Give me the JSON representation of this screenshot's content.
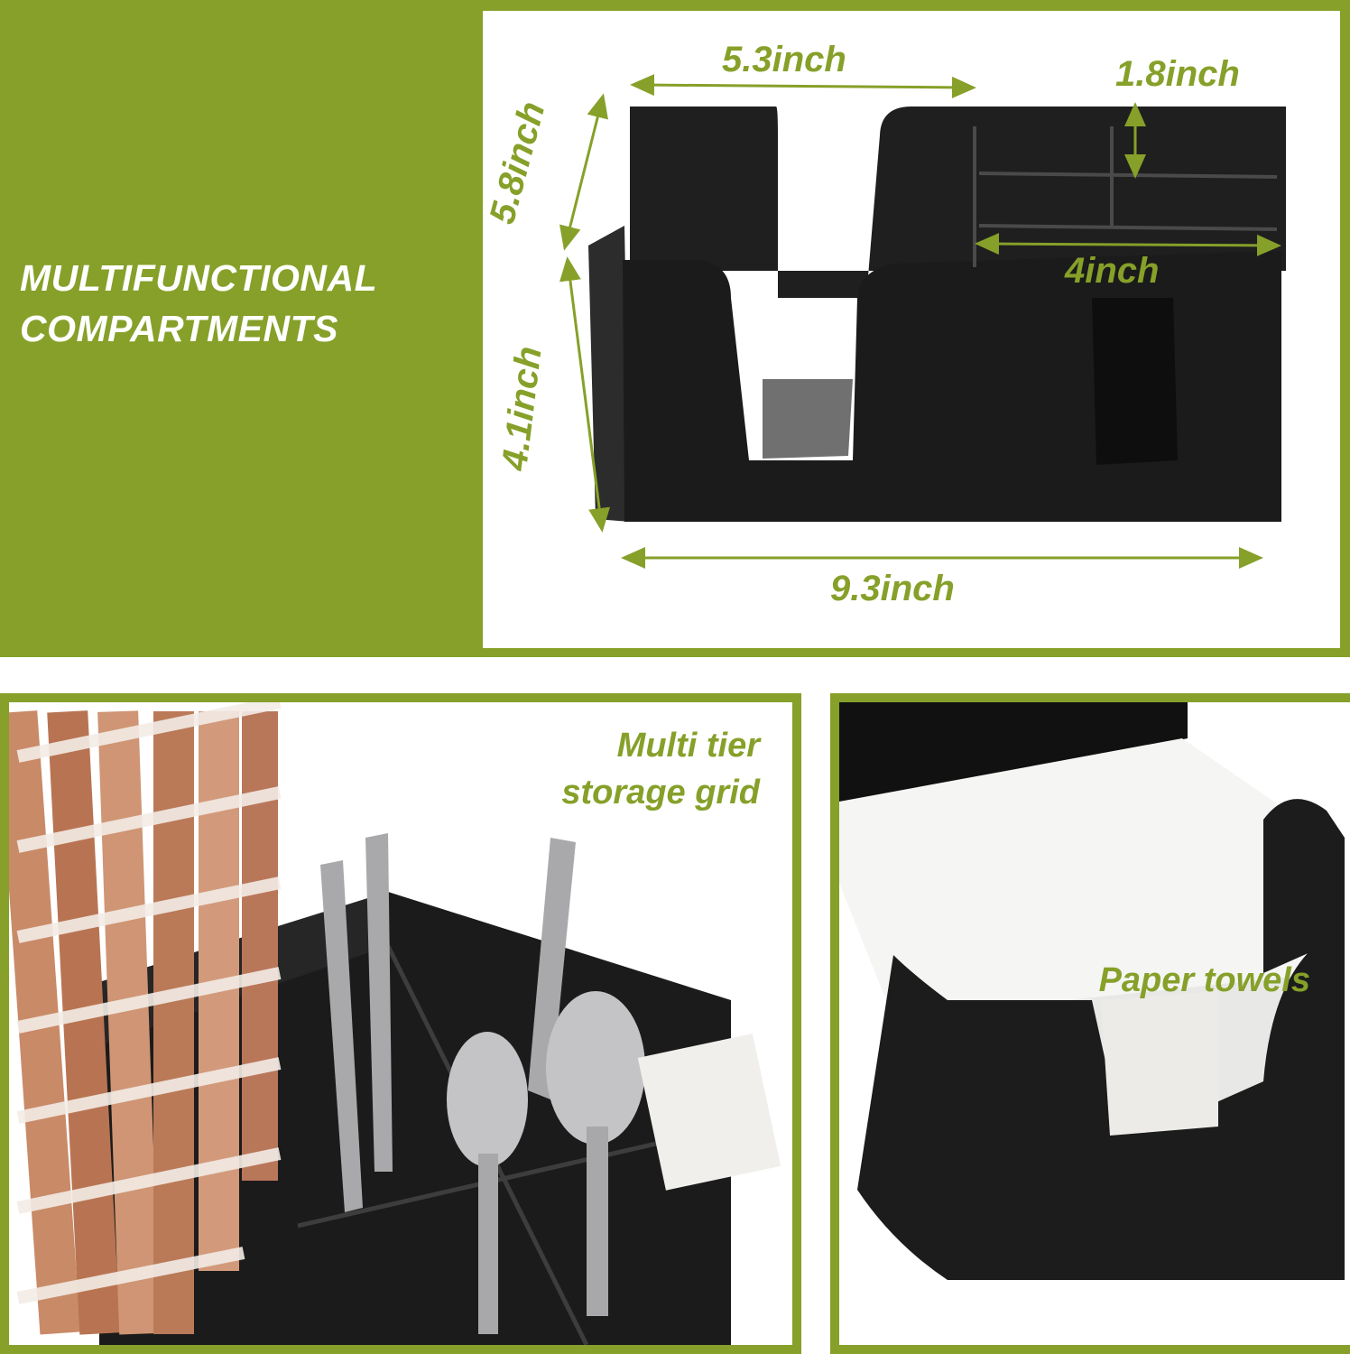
{
  "headline": {
    "line1": "MULTIFUNCTIONAL",
    "line2": "COMPARTMENTS"
  },
  "dimensions": {
    "width_top": "5.3inch",
    "compartment_height": "1.8inch",
    "depth": "5.8inch",
    "compartment_width": "4inch",
    "height": "4.1inch",
    "total_width": "9.3inch"
  },
  "panels": {
    "left_caption_line1": "Multi tier",
    "left_caption_line2": "storage grid",
    "right_caption": "Paper towels"
  },
  "colors": {
    "accent": "#86a029",
    "product": "#1b1b1b",
    "background": "#ffffff"
  }
}
